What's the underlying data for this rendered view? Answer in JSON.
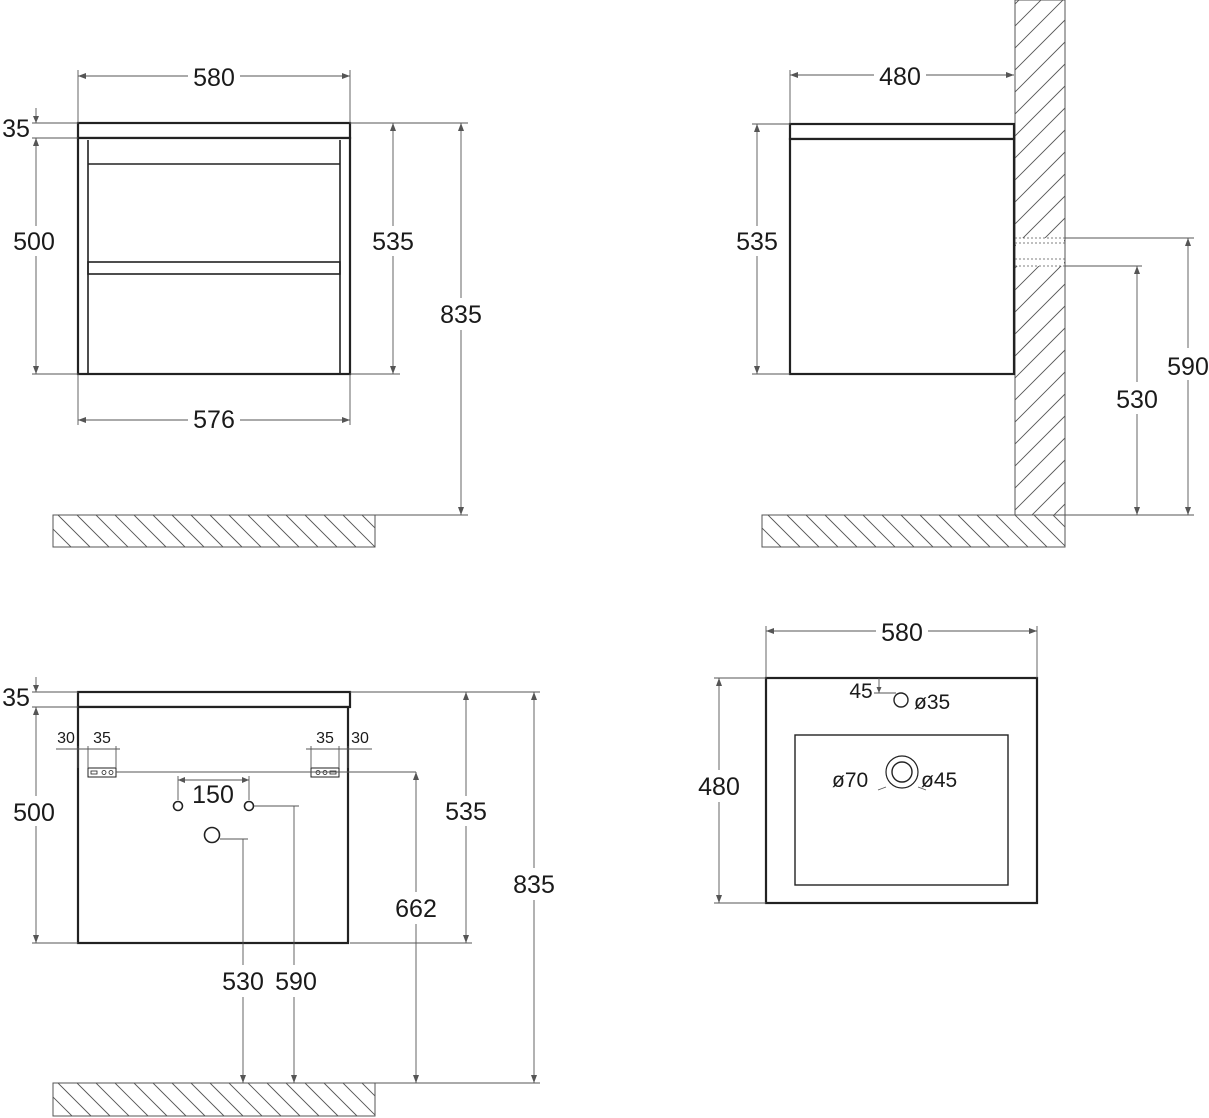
{
  "front_view": {
    "width_top": "580",
    "width_bottom": "576",
    "top_thickness": "35",
    "body_height": "500",
    "cabinet_height": "535",
    "total_height": "835"
  },
  "side_view": {
    "depth": "480",
    "height": "535",
    "mount_height_low": "530",
    "mount_height_high": "590"
  },
  "rear_view": {
    "top_thickness": "35",
    "body_height": "500",
    "cabinet_height": "535",
    "total_height": "835",
    "bracket_left_offset": "30",
    "bracket_left_width": "35",
    "bracket_right_width": "35",
    "bracket_right_offset": "30",
    "pipe_spacing": "150",
    "drain_height": "530",
    "pipe_height": "590",
    "bracket_height": "662"
  },
  "top_view": {
    "width": "580",
    "depth": "480",
    "faucet_offset": "45",
    "faucet_hole": "ø35",
    "drain_outer": "ø70",
    "drain_inner": "ø45"
  }
}
